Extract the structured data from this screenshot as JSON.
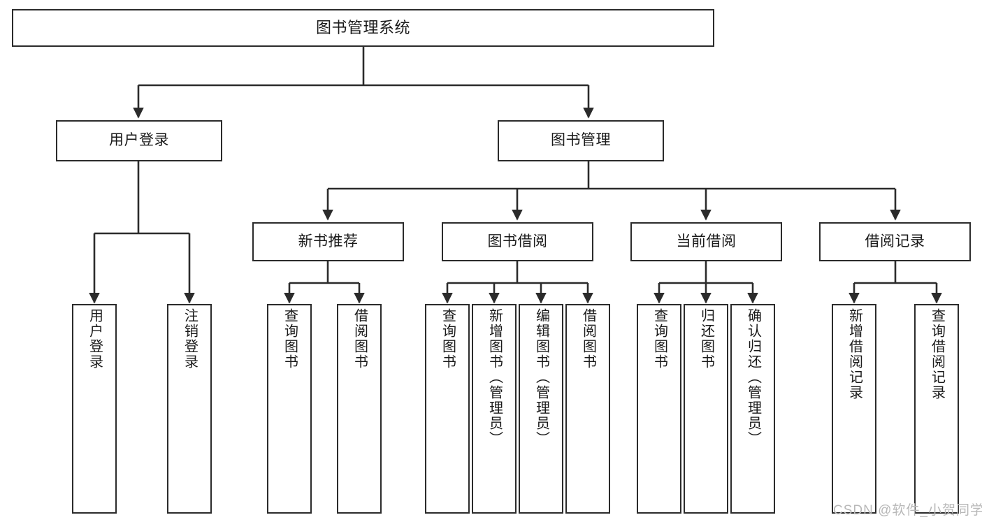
{
  "diagram": {
    "title": "图书管理系统",
    "type": "tree-hierarchy-diagram",
    "watermark": "CSDN @软件_小贺同学",
    "colors": {
      "box_border": "#2b2b2b",
      "box_fill": "#ffffff",
      "edge": "#2b2b2b",
      "text": "#1a1a1a",
      "watermark": "#b8b8b8",
      "background": "#ffffff"
    },
    "nodes": {
      "root": {
        "label": "图书管理系统"
      },
      "level2": [
        {
          "id": "user-login",
          "label": "用户登录"
        },
        {
          "id": "book-manage",
          "label": "图书管理"
        }
      ],
      "level3": [
        {
          "id": "new-book-recommend",
          "label": "新书推荐"
        },
        {
          "id": "book-borrow",
          "label": "图书借阅"
        },
        {
          "id": "current-borrow",
          "label": "当前借阅"
        },
        {
          "id": "borrow-record",
          "label": "借阅记录"
        }
      ],
      "leaves": {
        "user_login": [
          {
            "id": "leaf-user-login",
            "label": "用户登录"
          },
          {
            "id": "leaf-logout-login",
            "label": "注销登录"
          }
        ],
        "new_book_recommend": [
          {
            "id": "leaf-query-book-1",
            "label": "查询图书"
          },
          {
            "id": "leaf-borrow-book-1",
            "label": "借阅图书"
          }
        ],
        "book_borrow": [
          {
            "id": "leaf-query-book-2",
            "label": "查询图书"
          },
          {
            "id": "leaf-add-book",
            "label": "新增图书（管理员）"
          },
          {
            "id": "leaf-edit-book",
            "label": "编辑图书（管理员）"
          },
          {
            "id": "leaf-borrow-book-2",
            "label": "借阅图书"
          }
        ],
        "current_borrow": [
          {
            "id": "leaf-query-book-3",
            "label": "查询图书"
          },
          {
            "id": "leaf-return-book",
            "label": "归还图书"
          },
          {
            "id": "leaf-confirm-return",
            "label": "确认归还（管理员）"
          }
        ],
        "borrow_record": [
          {
            "id": "leaf-add-borrow-record",
            "label": "新增借阅记录"
          },
          {
            "id": "leaf-query-borrow-record",
            "label": "查询借阅记录"
          }
        ]
      }
    }
  }
}
